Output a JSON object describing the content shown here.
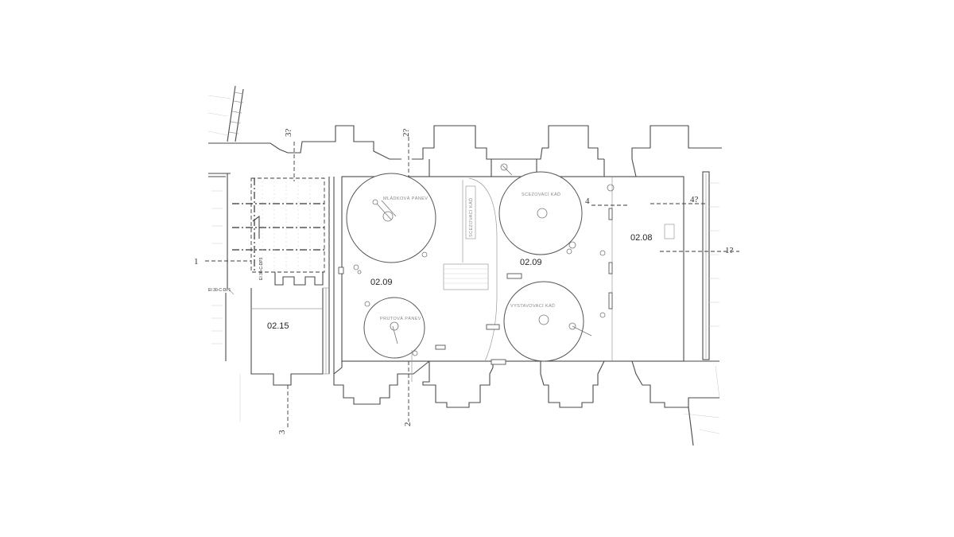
{
  "rooms": {
    "r0215": "02.15",
    "r0209_left": "02.09",
    "r0209_right": "02.09",
    "r0208": "02.08"
  },
  "sections": {
    "s1_left": "1",
    "s1_right": "1?",
    "s2_bottom": "2",
    "s2_top": "2?",
    "s3_bottom": "3",
    "s3_top": "3?",
    "s4_left": "4",
    "s4_right": "4?"
  },
  "tanks": {
    "tank_a": "MLÁDKOVÁ PÁNEV",
    "tank_b": "SCEZOVACÍ KÁĎ",
    "tank_c": "PRUTOVÁ PÁNEV",
    "tank_d": "VYSTAVOVACÍ KÁĎ",
    "vertical_label": "SCEZOVACÍ KÁĎ"
  },
  "small_labels": {
    "door_a": "EI 30-C-DP1",
    "door_b": "EI 30-C-DP3"
  }
}
